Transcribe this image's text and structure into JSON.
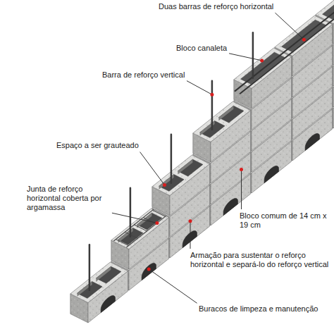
{
  "diagram": {
    "labels": [
      "Duas barras de reforço horizontal",
      "Bloco canaleta",
      "Barra de reforço vertical",
      "Espaço a ser grauteado",
      "Junta de reforço horizontal coberta por argamassa",
      "Bloco comum de 14 cm x 19 cm",
      "Armação para sustentar o reforço horizontal e separá-lo do reforço vertical",
      "Buracos de limpeza e manutenção"
    ]
  }
}
